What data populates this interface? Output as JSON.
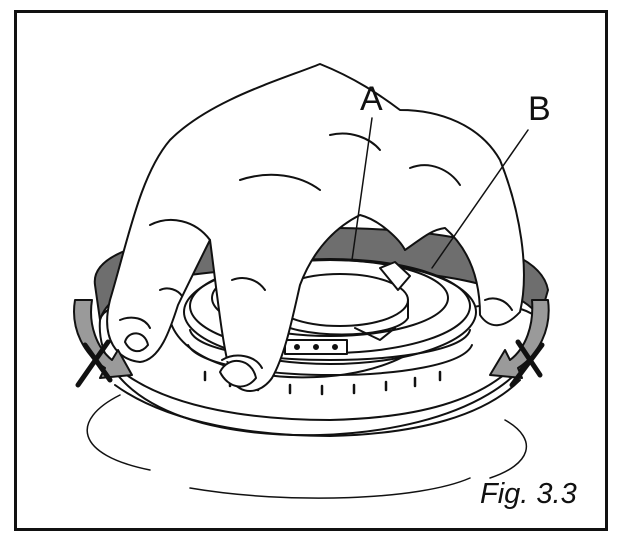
{
  "labels": {
    "a": "A",
    "b": "B"
  },
  "caption": "Fig. 3.3",
  "colors": {
    "line": "#111111",
    "band": "#6e6e6e",
    "arrow": "#9a9a9a"
  },
  "icons": [
    "cross-mark-icon",
    "curved-arrow-icon"
  ]
}
